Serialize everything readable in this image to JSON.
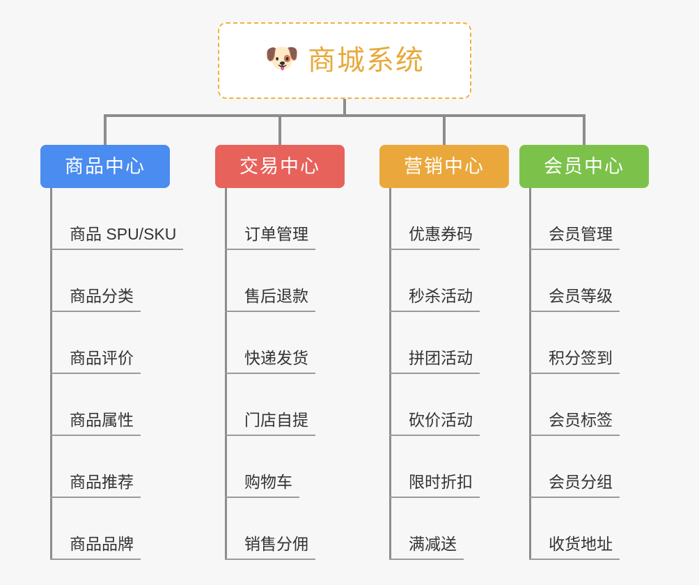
{
  "page": {
    "background_color": "#f7f7f7",
    "connector_color": "#8c8c8c"
  },
  "root": {
    "icon": "shiba-dog-face-icon",
    "emoji": "🐶",
    "title": "商城系统",
    "text_color": "#e8a93b",
    "border_color": "#efb13d",
    "background_color": "#ffffff"
  },
  "columns": [
    {
      "id": "product-center",
      "label": "商品中心",
      "color": "#4a8cf0",
      "items": [
        {
          "label": "商品 SPU/SKU"
        },
        {
          "label": "商品分类"
        },
        {
          "label": "商品评价"
        },
        {
          "label": "商品属性"
        },
        {
          "label": "商品推荐"
        },
        {
          "label": "商品品牌"
        }
      ]
    },
    {
      "id": "trade-center",
      "label": "交易中心",
      "color": "#e8625c",
      "items": [
        {
          "label": "订单管理"
        },
        {
          "label": "售后退款"
        },
        {
          "label": "快递发货"
        },
        {
          "label": "门店自提"
        },
        {
          "label": "购物车"
        },
        {
          "label": "销售分佣"
        }
      ]
    },
    {
      "id": "marketing-center",
      "label": "营销中心",
      "color": "#eaa83c",
      "items": [
        {
          "label": "优惠券码"
        },
        {
          "label": "秒杀活动"
        },
        {
          "label": "拼团活动"
        },
        {
          "label": "砍价活动"
        },
        {
          "label": "限时折扣"
        },
        {
          "label": "满减送"
        }
      ]
    },
    {
      "id": "member-center",
      "label": "会员中心",
      "color": "#7cc24a",
      "items": [
        {
          "label": "会员管理"
        },
        {
          "label": "会员等级"
        },
        {
          "label": "积分签到"
        },
        {
          "label": "会员标签"
        },
        {
          "label": "会员分组"
        },
        {
          "label": "收货地址"
        }
      ]
    }
  ]
}
